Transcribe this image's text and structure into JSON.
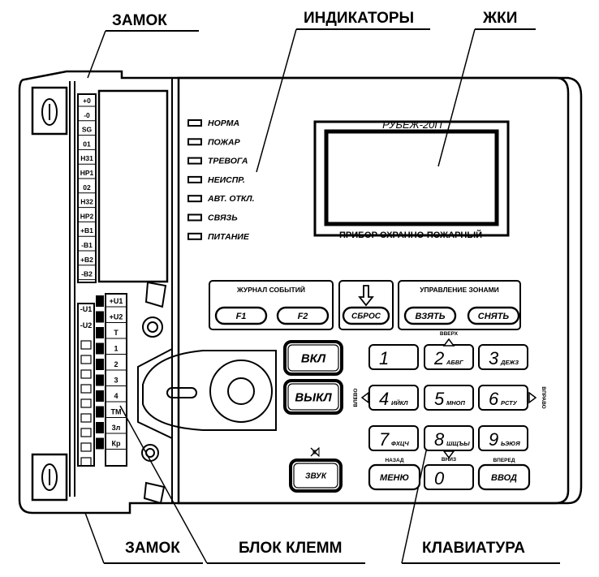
{
  "callouts": {
    "lock_top": "ЗАМОК",
    "indicators": "ИНДИКАТОРЫ",
    "lcd": "ЖКИ",
    "lock_bottom": "ЗАМОК",
    "terminal_block": "БЛОК КЛЕММ",
    "keyboard": "КЛАВИАТУРА"
  },
  "device": {
    "model": "РУБЕЖ-20П",
    "display_caption": "ПРИБОР ОХРАННО-ПОЖАРНЫЙ"
  },
  "indicators": [
    "НОРМА",
    "ПОЖАР",
    "ТРЕВОГА",
    "НЕИСПР.",
    "АВТ. ОТКЛ.",
    "СВЯЗЬ",
    "ПИТАНИЕ"
  ],
  "terminals_left": [
    "+0",
    "-0",
    "SG",
    "01",
    "H31",
    "HP1",
    "02",
    "H32",
    "HP2",
    "+B1",
    "-B1",
    "+B2",
    "-B2"
  ],
  "terminals_right": [
    "+U1",
    "+U2",
    "T",
    "1",
    "2",
    "3",
    "4",
    "TM",
    "3л",
    "Кр"
  ],
  "terminals_left_lower": [
    "-U1",
    "-U2"
  ],
  "groups": {
    "journal": "ЖУРНАЛ СОБЫТИЙ",
    "zones": "УПРАВЛЕНИЕ ЗОНАМИ"
  },
  "buttons": {
    "f1": "F1",
    "f2": "F2",
    "reset": "СБРОС",
    "arm": "ВЗЯТЬ",
    "disarm": "СНЯТЬ",
    "on": "ВКЛ",
    "off": "ВЫКЛ",
    "sound": "ЗВУК",
    "menu": "МЕНЮ",
    "enter": "ВВОД"
  },
  "keypad": [
    {
      "digit": "1",
      "letters": ""
    },
    {
      "digit": "2",
      "letters": "АБВГ"
    },
    {
      "digit": "3",
      "letters": "ДЕЖЗ"
    },
    {
      "digit": "4",
      "letters": "ИЙКЛ"
    },
    {
      "digit": "5",
      "letters": "МНОП"
    },
    {
      "digit": "6",
      "letters": "РСТУ"
    },
    {
      "digit": "7",
      "letters": "ФХЦЧ"
    },
    {
      "digit": "8",
      "letters": "ШЩЪЫ"
    },
    {
      "digit": "9",
      "letters": "ЬЭЮЯ"
    },
    {
      "digit": "0",
      "letters": ""
    }
  ],
  "nav_labels": {
    "up": "ВВЕРХ",
    "down": "ВНИЗ",
    "left": "ВЛЕВО",
    "right": "ВПРАВО",
    "back": "НАЗАД",
    "forward": "ВПЕРЕД"
  }
}
